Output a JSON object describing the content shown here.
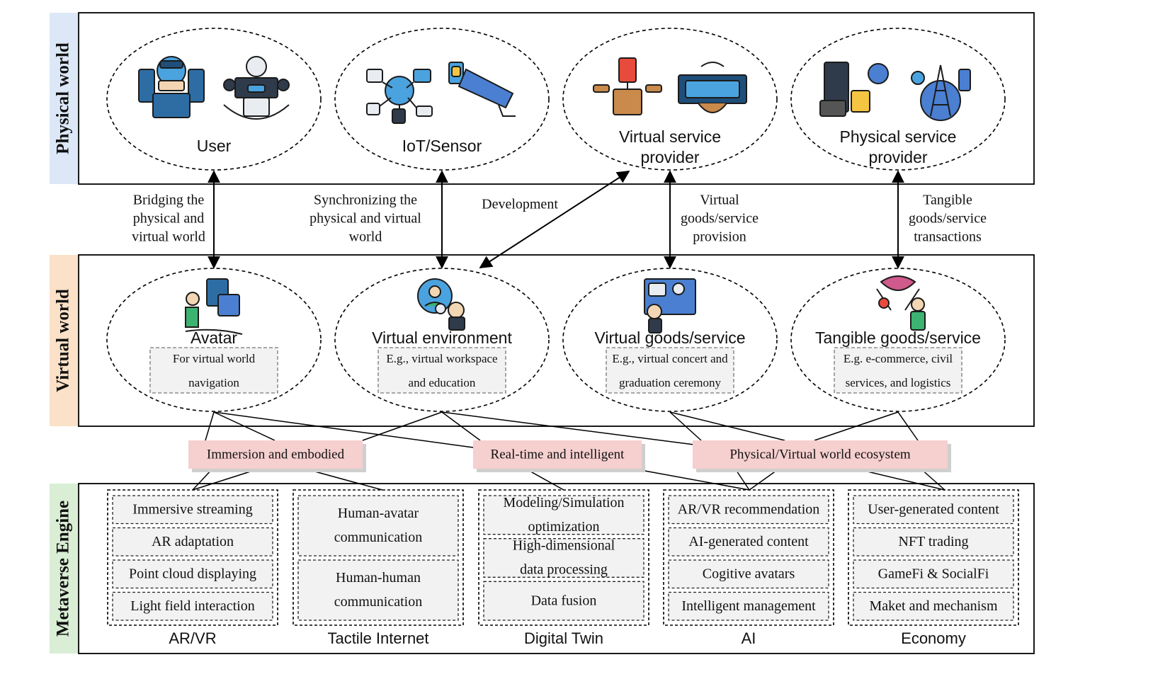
{
  "layers": [
    {
      "label": "Physical world",
      "fill": "#dce8f7"
    },
    {
      "label": "Virtual world",
      "fill": "#fbe1c7"
    },
    {
      "label": "Metaverse Engine",
      "fill": "#d9eed4"
    }
  ],
  "physical": [
    {
      "lines": [
        "User"
      ],
      "icons": [
        "vr-user-icon",
        "robot-icon"
      ]
    },
    {
      "lines": [
        "IoT/Sensor"
      ],
      "icons": [
        "iot-network-icon",
        "camera-sensor-icon"
      ]
    },
    {
      "lines": [
        "Virtual service",
        "provider"
      ],
      "icons": [
        "price-tag-icon",
        "vr-headset-icon"
      ]
    },
    {
      "lines": [
        "Physical service",
        "provider"
      ],
      "icons": [
        "server-icon",
        "antenna-icon"
      ]
    }
  ],
  "connections": [
    {
      "lines": [
        "Bridging the",
        "physical and",
        "virtual world"
      ]
    },
    {
      "lines": [
        "Synchronizing the",
        "physical and virtual",
        "world"
      ]
    },
    {
      "lines": [
        "Development"
      ]
    },
    {
      "lines": [
        "Virtual",
        "goods/service",
        "provision"
      ]
    },
    {
      "lines": [
        "Tangible",
        "goods/service",
        "transactions"
      ]
    }
  ],
  "virtual": [
    {
      "title": "Avatar",
      "desc": [
        "For virtual world",
        "navigation"
      ],
      "icon": "avatar-icon"
    },
    {
      "title": "Virtual environment",
      "desc": [
        "E.g., virtual workspace",
        "and education"
      ],
      "icon": "virtual-environment-icon"
    },
    {
      "title": "Virtual goods/service",
      "desc": [
        "E.g., virtual concert and",
        "graduation ceremony"
      ],
      "icon": "virtual-goods-icon"
    },
    {
      "title": "Tangible goods/service",
      "desc": [
        "E.g. e-commerce, civil",
        "services, and logistics"
      ],
      "icon": "tangible-goods-icon"
    }
  ],
  "features": [
    {
      "label": "Immersion and embodied"
    },
    {
      "label": "Real-time and intelligent"
    },
    {
      "label": "Physical/Virtual world ecosystem"
    }
  ],
  "engines": [
    {
      "name": "AR/VR",
      "items": [
        [
          "Immersive streaming"
        ],
        [
          "AR adaptation"
        ],
        [
          "Point cloud displaying"
        ],
        [
          "Light field interaction"
        ]
      ]
    },
    {
      "name": "Tactile Internet",
      "items": [
        [
          "Human-avatar",
          "communication"
        ],
        [
          "Human-human",
          "communication"
        ]
      ]
    },
    {
      "name": "Digital Twin",
      "items": [
        [
          "Modeling/Simulation",
          "optimization"
        ],
        [
          "High-dimensional",
          "data processing"
        ],
        [
          "Data fusion"
        ]
      ]
    },
    {
      "name": "AI",
      "items": [
        [
          "AR/VR recommendation"
        ],
        [
          "AI-generated content"
        ],
        [
          "Cogitive avatars"
        ],
        [
          "Intelligent management"
        ]
      ]
    },
    {
      "name": "Economy",
      "items": [
        [
          "User-generated content"
        ],
        [
          "NFT trading"
        ],
        [
          "GameFi & SocialFi"
        ],
        [
          "Maket and mechanism"
        ]
      ]
    }
  ],
  "colors": {
    "feature_fill": "#f6cfcf",
    "feature_shadow": "#cfcfcf",
    "item_fill": "#f2f2f2",
    "stroke": "#000000"
  }
}
